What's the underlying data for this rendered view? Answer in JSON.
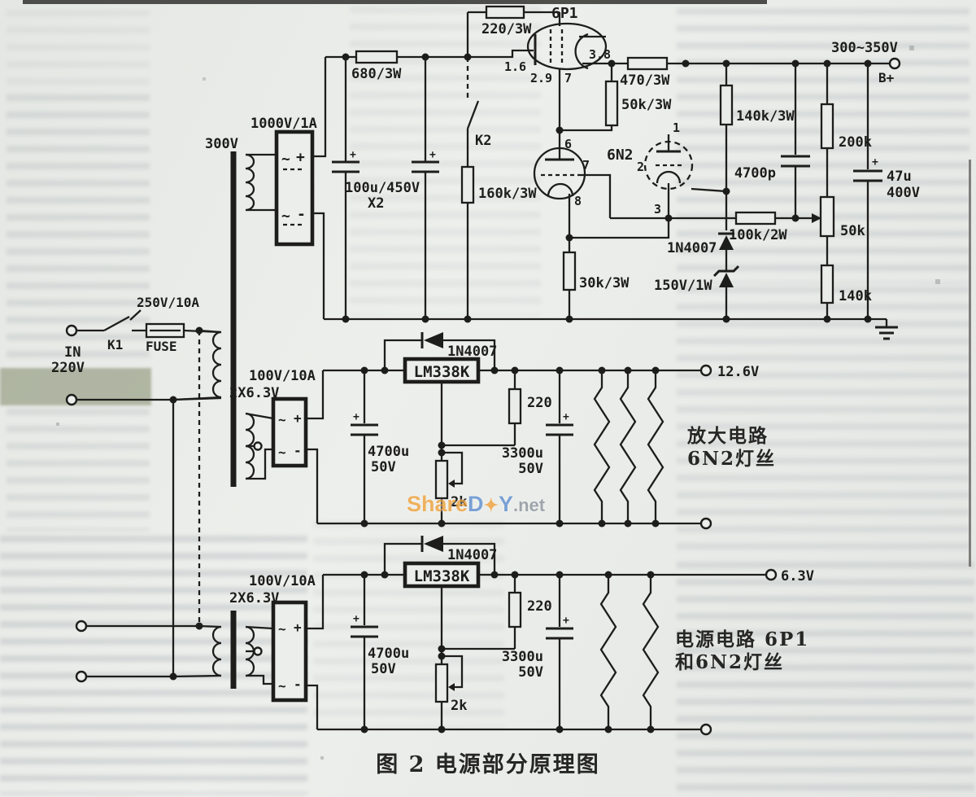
{
  "caption": "图 2  电源部分原理图",
  "watermark": {
    "share": "Share",
    "d": "D",
    "star": "✦",
    "y": "Y",
    "net": ".net"
  },
  "sym": {
    "ac": "~",
    "plus": "+",
    "minus": "-"
  },
  "mains": {
    "in1": "IN",
    "in2": "220V",
    "k1": "K1",
    "fuse": "FUSE",
    "fuse_rating": "250V/10A"
  },
  "hv": {
    "winding": "300V",
    "bridge": "1000V/1A",
    "cap": "100u/450V",
    "cap_qty": "X2",
    "r680": "680/3W",
    "r220": "220/3W",
    "k2": "K2",
    "r160k": "160k/3W",
    "tube1": "6P1",
    "pin_a": "1.6",
    "pin_b": "3.8",
    "pin_c": "2.9",
    "pin_d": "7",
    "r470": "470/3W",
    "r50k": "50k/3W",
    "tube2": "6N2",
    "pin6": "6",
    "pin7": "7",
    "pin8": "8",
    "pin1": "1",
    "pin2": "2",
    "pin3": "3",
    "r140k3w": "140k/3W",
    "r30k": "30k/3W",
    "d": "1N4007",
    "zener": "150V/1W",
    "r100k": "100k/2W",
    "c4700p": "4700p",
    "r200k": "200k",
    "pot50k": "50k",
    "r140k": "140k",
    "c47u": "47u",
    "c47u_v": "400V",
    "vout": "300~350V",
    "bplus": "B+"
  },
  "reg12": {
    "bridge": "100V/10A",
    "winding": "2X6.3V",
    "ic": "LM338K",
    "d": "1N4007",
    "cin": "4700u",
    "cin_v": "50V",
    "r": "220",
    "cout": "3300u",
    "cout_v": "50V",
    "pot": "2k",
    "vout": "12.6V",
    "load1": "放大电路",
    "load2": "6N2灯丝"
  },
  "reg63": {
    "bridge": "100V/10A",
    "winding": "2X6.3V",
    "ic": "LM338K",
    "d": "1N4007",
    "cin": "4700u",
    "cin_v": "50V",
    "r": "220",
    "cout": "3300u",
    "cout_v": "50V",
    "pot": "2k",
    "vout": "6.3V",
    "load1": "电源电路 6P1",
    "load2": "和6N2灯丝"
  }
}
